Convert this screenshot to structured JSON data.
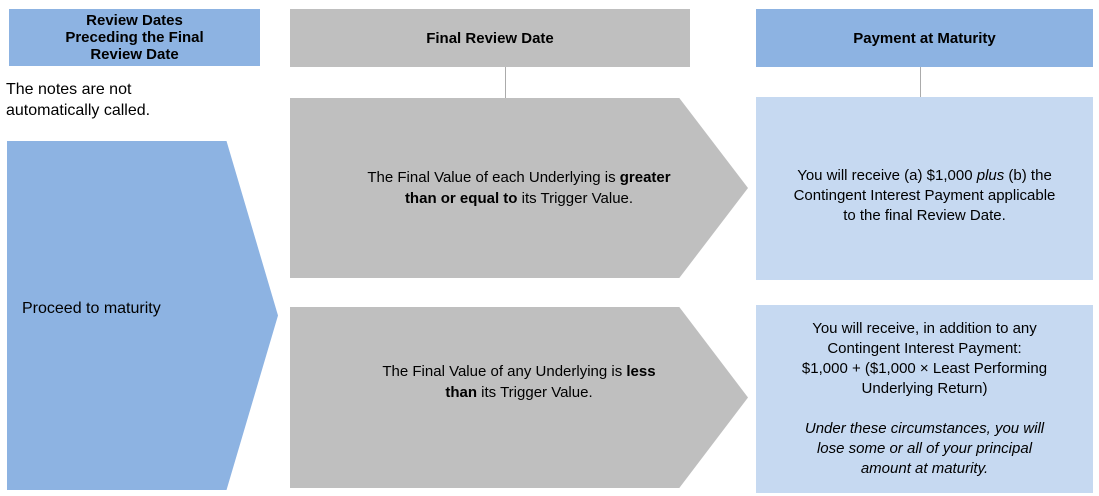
{
  "diagram": {
    "columns": {
      "review_dates": {
        "header_lines": [
          "Review Dates",
          "Preceding the Final",
          "Review Date"
        ],
        "note_lines": [
          "The notes are not",
          "automatically called."
        ],
        "arrow_label": "Proceed to maturity"
      },
      "final_review_date": {
        "header": "Final Review Date",
        "conditions": [
          {
            "lines": [
              [
                {
                  "t": "The Final Value of each Underlying is "
                },
                {
                  "t": "greater",
                  "b": true
                }
              ],
              [
                {
                  "t": "than or equal to",
                  "b": true
                },
                {
                  "t": " its Trigger Value."
                }
              ]
            ]
          },
          {
            "lines": [
              [
                {
                  "t": "The Final Value of any Underlying is "
                },
                {
                  "t": "less",
                  "b": true
                }
              ],
              [
                {
                  "t": "than",
                  "b": true
                },
                {
                  "t": " its Trigger Value."
                }
              ]
            ]
          }
        ]
      },
      "payment_at_maturity": {
        "header": "Payment at Maturity",
        "outcomes": [
          {
            "lines": [
              [
                {
                  "t": "You will receive (a) $1,000 "
                },
                {
                  "t": "plus",
                  "i": true
                },
                {
                  "t": " (b) the"
                }
              ],
              [
                "Contingent Interest Payment applicable"
              ],
              [
                "to the final Review Date."
              ]
            ]
          },
          {
            "lines": [
              [
                "You will receive, in addition to any"
              ],
              [
                "Contingent Interest Payment:"
              ],
              [
                "$1,000 + ($1,000 × Least Performing"
              ],
              [
                "Underlying Return)"
              ],
              [
                ""
              ],
              [
                {
                  "t": "Under these circumstances, you will",
                  "i": true
                }
              ],
              [
                {
                  "t": "lose some or all of your principal",
                  "i": true
                }
              ],
              [
                {
                  "t": "amount at maturity.",
                  "i": true
                }
              ]
            ]
          }
        ]
      }
    },
    "colors": {
      "header-blue": "#8db3e2",
      "light-blue": "#c6d9f1",
      "shape-gray": "#bfbfbf",
      "connector-gray": "#ababab",
      "text-black": "#000000",
      "background": "#ffffff"
    }
  }
}
